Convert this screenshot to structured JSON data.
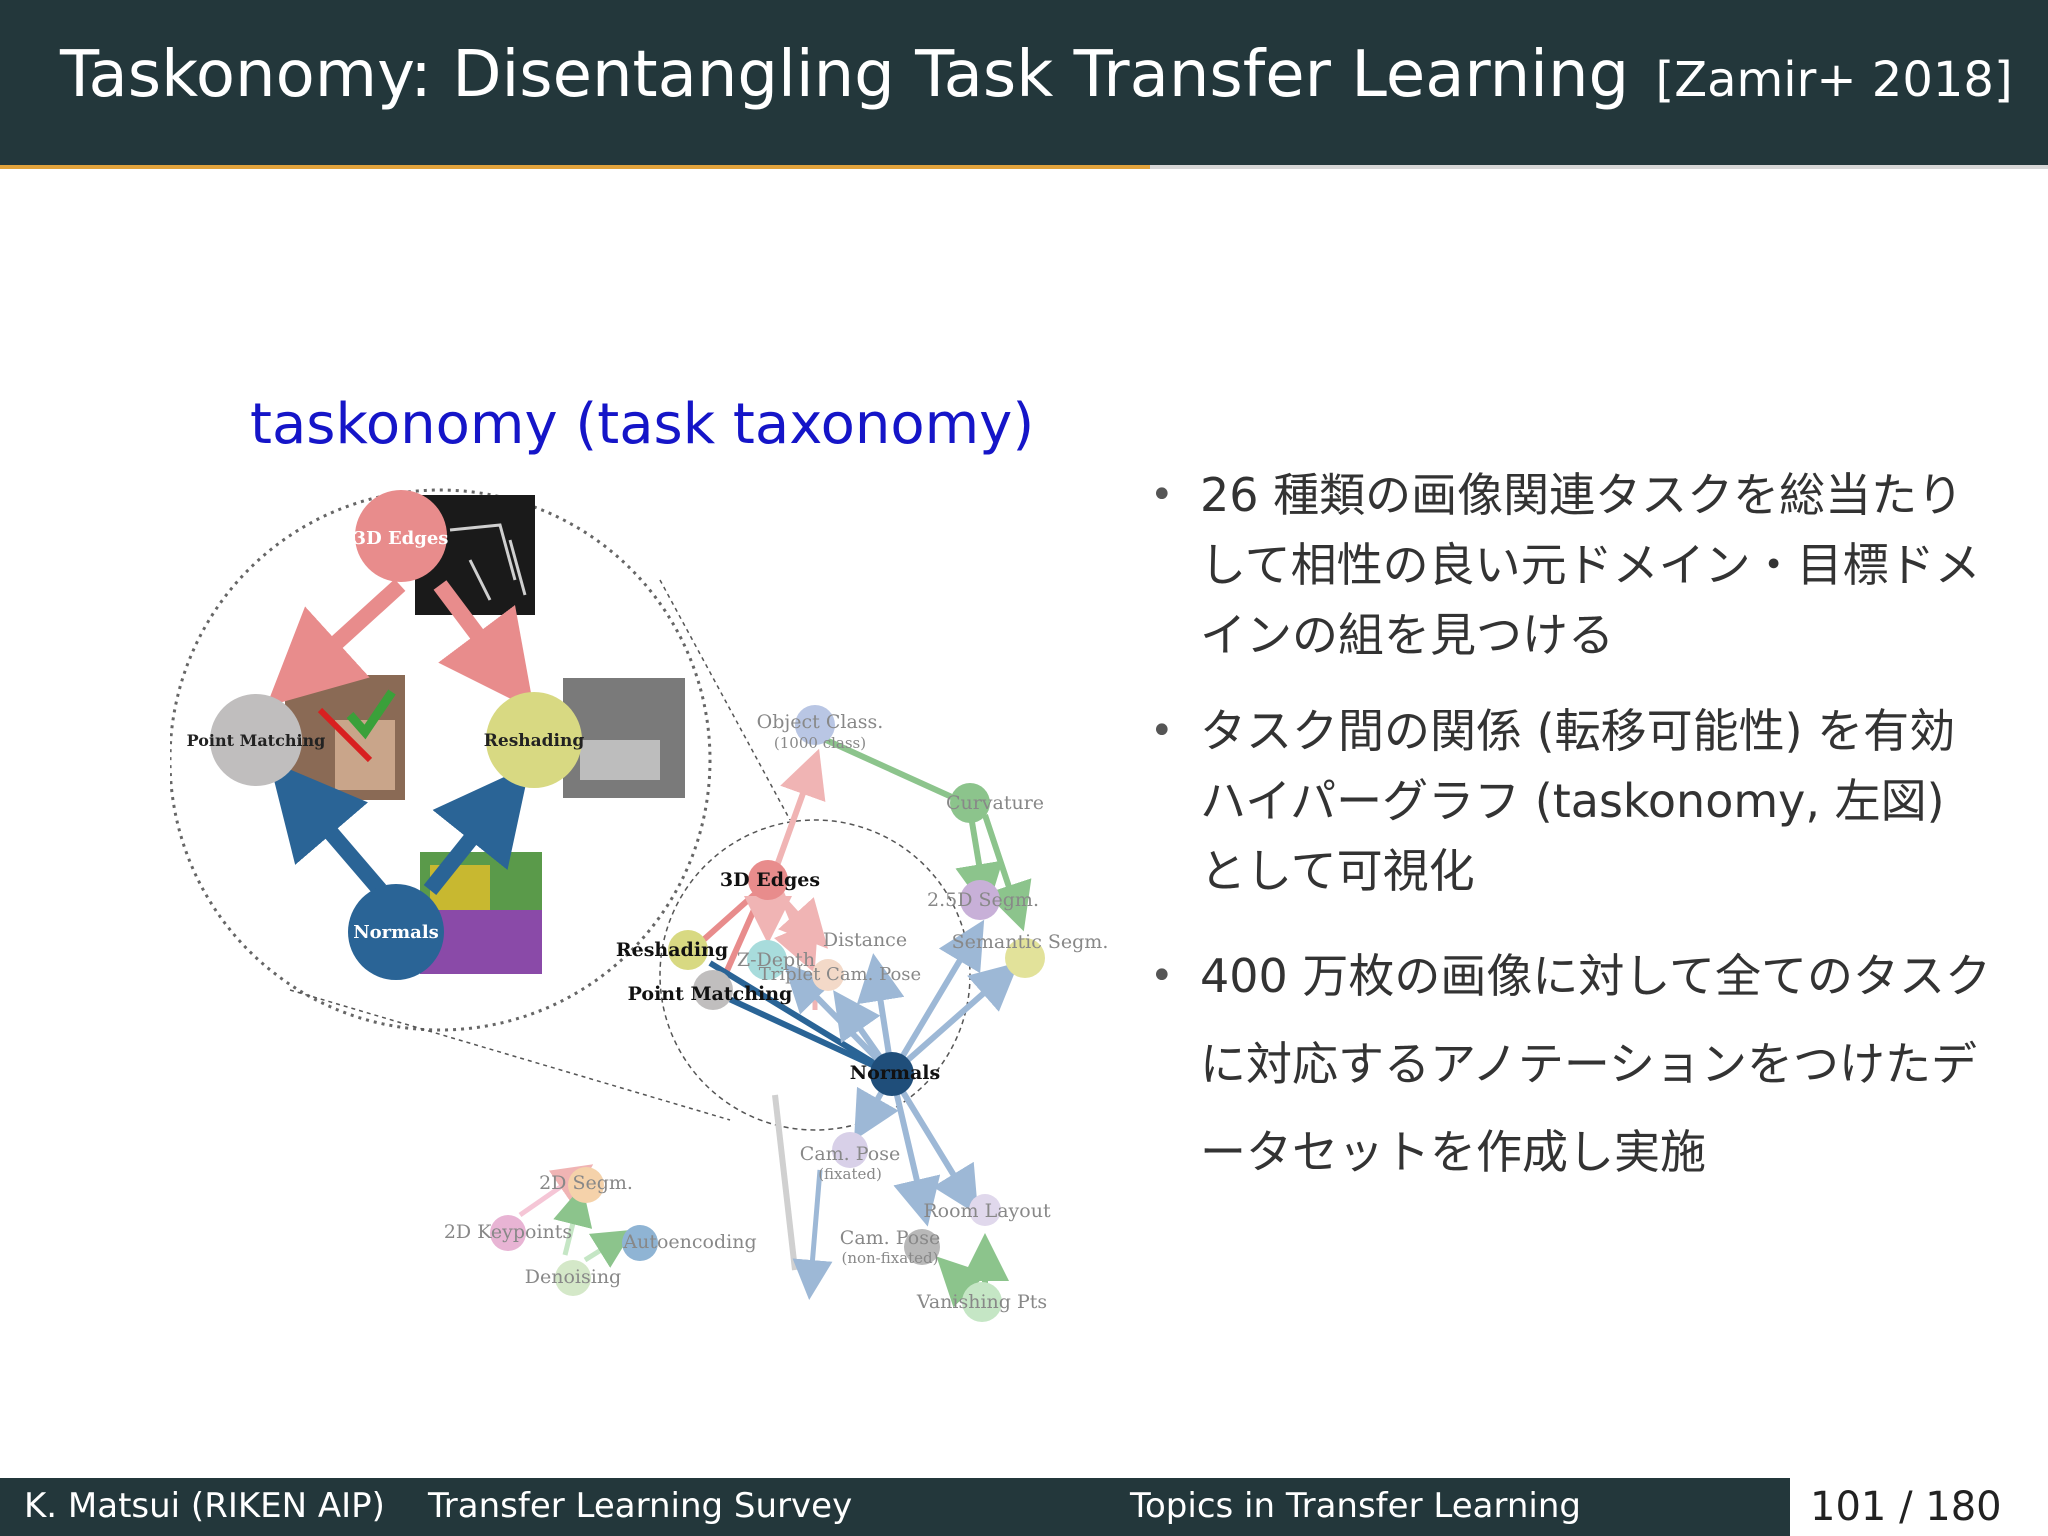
{
  "header": {
    "title": "Taskonomy: Disentangling Task Transfer Learning",
    "citation": "[Zamir+ 2018]"
  },
  "figure": {
    "caption": "taskonomy (task taxonomy)",
    "zoom_nodes": {
      "edges": "3D Edges",
      "point_matching": "Point Matching",
      "reshading": "Reshading",
      "normals": "Normals"
    },
    "graph_nodes": {
      "object_class": "Object Class.",
      "object_class_sub": "(1000 class)",
      "curvature": "Curvature",
      "segm25d": "2.5D Segm.",
      "semantic_segm": "Semantic Segm.",
      "edges": "3D Edges",
      "reshading": "Reshading",
      "zdepth": "Z-Depth",
      "distance": "Distance",
      "triplet": "Triplet Cam. Pose",
      "point_matching": "Point Matching",
      "normals": "Normals",
      "cam_pose_fix": "Cam. Pose",
      "cam_pose_fix_sub": "(fixated)",
      "segm2d": "2D Segm.",
      "keypoints2d": "2D Keypoints",
      "autoencoding": "Autoencoding",
      "denoising": "Denoising",
      "cam_pose_nonfix": "Cam. Pose",
      "cam_pose_nonfix_sub": "(non-fixated)",
      "room_layout": "Room Layout",
      "vanishing": "Vanishing Pts"
    },
    "colors": {
      "edges": "#e88c8c",
      "point_matching": "#c0bebe",
      "reshading": "#d8d982",
      "normals": "#2a6496",
      "blue_arrow": "#9db8d6",
      "green_arrow": "#8cc48c"
    }
  },
  "bullets": [
    "26 種類の画像関連タスクを総当たりして相性の良い元ドメイン・目標ドメインの組を見つける",
    "タスク間の関係 (転移可能性) を有効ハイパーグラフ (taskonomy, 左図) として可視化",
    "400 万枚の画像に対して全てのタスクに対応するアノテーションをつけたデータセットを作成し実施"
  ],
  "bullet_marker": "•",
  "footer": {
    "author": "K. Matsui (RIKEN AIP)",
    "talk": "Transfer Learning Survey",
    "section": "Topics in Transfer Learning"
  },
  "page": {
    "current": "101",
    "separator": "/",
    "total": "180"
  },
  "progress_fraction": 0.561
}
